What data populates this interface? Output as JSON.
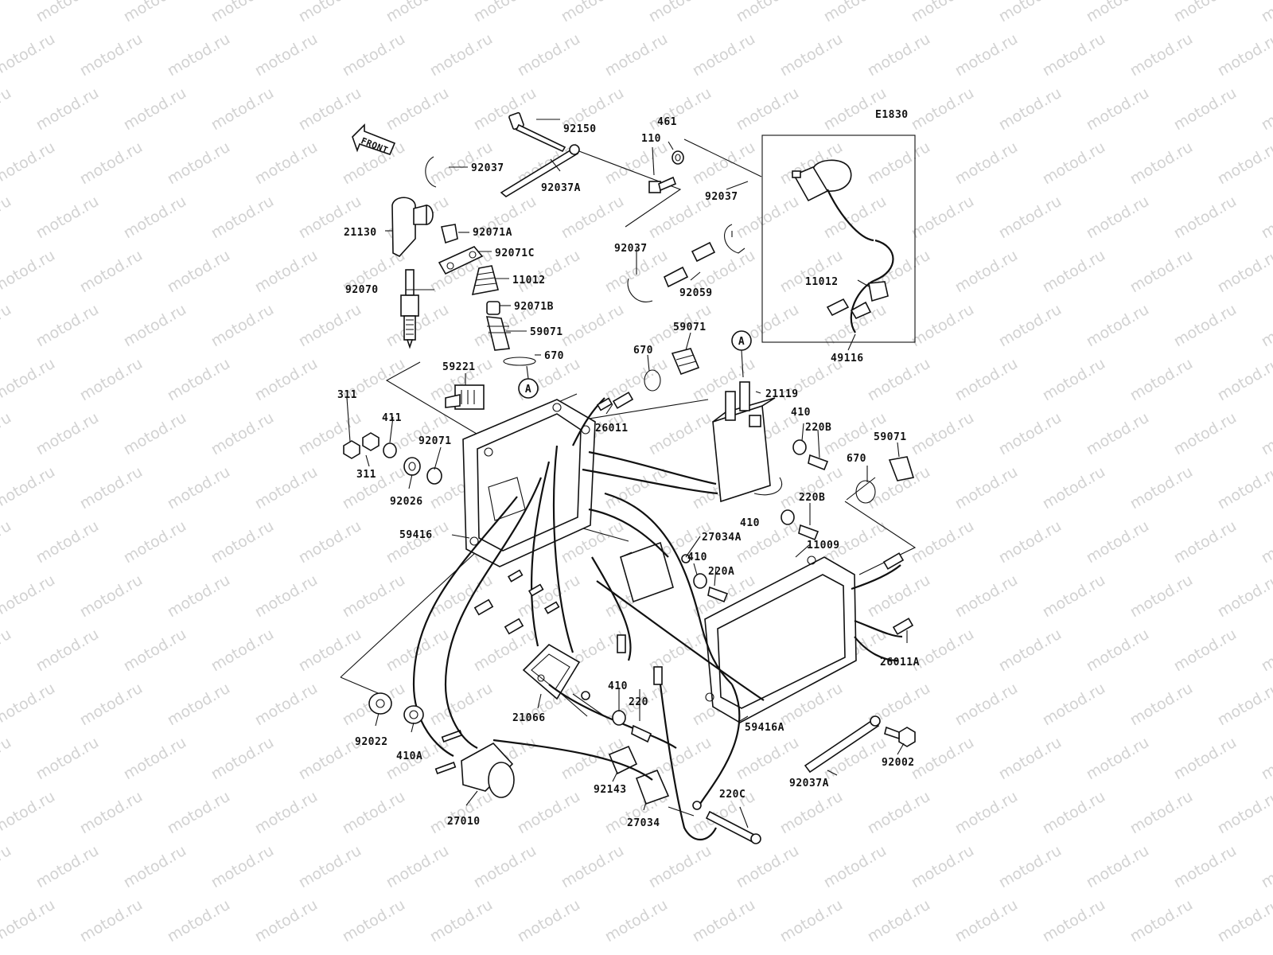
{
  "diagram": {
    "code": "E1830",
    "front_label": "FRONT",
    "callout_mark": "A",
    "watermark": "motod.ru"
  },
  "labels": [
    "92150",
    "92037",
    "92037A",
    "461",
    "110",
    "21130",
    "92071A",
    "92071C",
    "11012",
    "92037",
    "92070",
    "92037",
    "92071B",
    "92059",
    "11012",
    "59071",
    "670",
    "59071",
    "670",
    "59221",
    "21119",
    "49116",
    "311",
    "411",
    "410",
    "26011",
    "220B",
    "92071",
    "59071",
    "311",
    "92026",
    "670",
    "410",
    "220B",
    "59416",
    "27034A",
    "11009",
    "410",
    "220A",
    "26011A",
    "21066",
    "410",
    "220",
    "92022",
    "410A",
    "59416A",
    "92002",
    "92143",
    "220C",
    "92037A",
    "27010",
    "27034"
  ]
}
